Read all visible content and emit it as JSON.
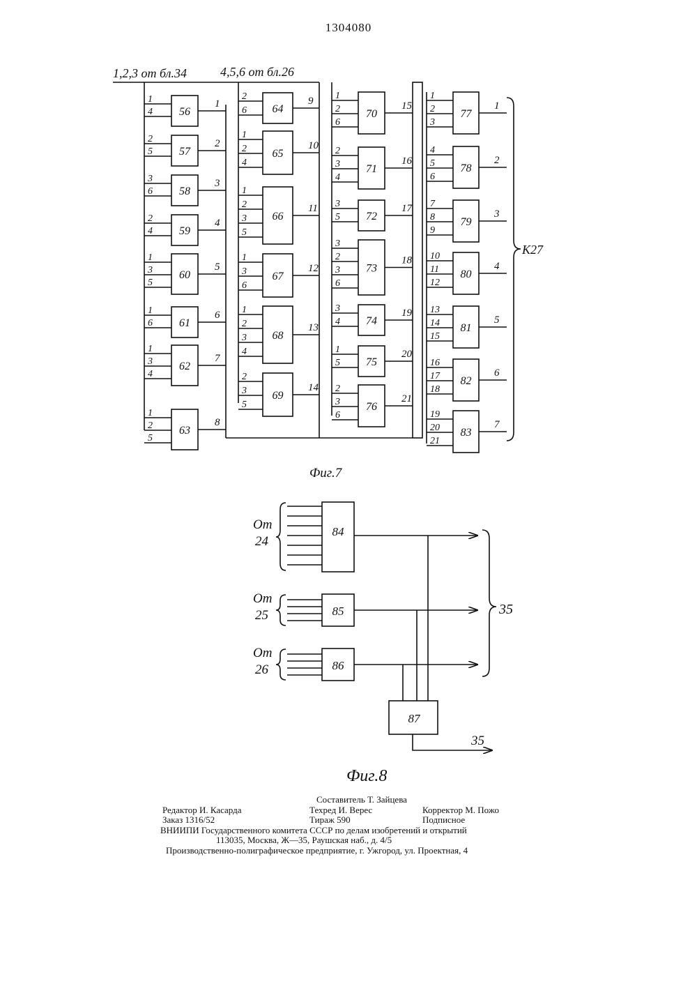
{
  "patent_number": "1304080",
  "figure7": {
    "caption": "Фиг.7",
    "inputs_a": "1,2,3 от бл.34",
    "inputs_b": "4,5,6 от бл.26",
    "output_brace": "К27",
    "column1": [
      {
        "block": "56",
        "inputs": [
          "1",
          "4"
        ],
        "output": "1"
      },
      {
        "block": "57",
        "inputs": [
          "2",
          "5"
        ],
        "output": "2"
      },
      {
        "block": "58",
        "inputs": [
          "3",
          "6"
        ],
        "output": "3"
      },
      {
        "block": "59",
        "inputs": [
          "2",
          "4"
        ],
        "output": "4"
      },
      {
        "block": "60",
        "inputs": [
          "1",
          "3",
          "5"
        ],
        "output": "5"
      },
      {
        "block": "61",
        "inputs": [
          "1",
          "6"
        ],
        "output": "6"
      },
      {
        "block": "62",
        "inputs": [
          "1",
          "3",
          "4"
        ],
        "output": "7"
      },
      {
        "block": "63",
        "inputs": [
          "1",
          "2",
          "5"
        ],
        "output": "8"
      }
    ],
    "column2": [
      {
        "block": "64",
        "inputs": [
          "2",
          "6"
        ],
        "output": "9"
      },
      {
        "block": "65",
        "inputs": [
          "1",
          "2",
          "4"
        ],
        "output": "10"
      },
      {
        "block": "66",
        "inputs": [
          "1",
          "2",
          "3",
          "5"
        ],
        "output": "11"
      },
      {
        "block": "67",
        "inputs": [
          "1",
          "3",
          "6"
        ],
        "output": "12"
      },
      {
        "block": "68",
        "inputs": [
          "1",
          "2",
          "3",
          "4"
        ],
        "output": "13"
      },
      {
        "block": "69",
        "inputs": [
          "2",
          "3",
          "5"
        ],
        "output": "14"
      }
    ],
    "column3": [
      {
        "block": "70",
        "inputs": [
          "1",
          "2",
          "6"
        ],
        "output": "15"
      },
      {
        "block": "71",
        "inputs": [
          "2",
          "3",
          "4"
        ],
        "output": "16"
      },
      {
        "block": "72",
        "inputs": [
          "3",
          "5"
        ],
        "output": "17"
      },
      {
        "block": "73",
        "inputs": [
          "3",
          "2",
          "3",
          "6"
        ],
        "output": "18"
      },
      {
        "block": "74",
        "inputs": [
          "3",
          "4"
        ],
        "output": "19"
      },
      {
        "block": "75",
        "inputs": [
          "1",
          "5"
        ],
        "output": "20"
      },
      {
        "block": "76",
        "inputs": [
          "2",
          "3",
          "6"
        ],
        "output": "21"
      }
    ],
    "column4": [
      {
        "block": "77",
        "inputs": [
          "1",
          "2",
          "3"
        ],
        "output": "1"
      },
      {
        "block": "78",
        "inputs": [
          "4",
          "5",
          "6"
        ],
        "output": "2"
      },
      {
        "block": "79",
        "inputs": [
          "7",
          "8",
          "9"
        ],
        "output": "3"
      },
      {
        "block": "80",
        "inputs": [
          "10",
          "11",
          "12"
        ],
        "output": "4"
      },
      {
        "block": "81",
        "inputs": [
          "13",
          "14",
          "15"
        ],
        "output": "5"
      },
      {
        "block": "82",
        "inputs": [
          "16",
          "17",
          "18"
        ],
        "output": "6"
      },
      {
        "block": "83",
        "inputs": [
          "19",
          "20",
          "21"
        ],
        "output": "7"
      }
    ]
  },
  "figure8": {
    "caption": "Фиг.8",
    "group1_label": [
      "От",
      "24"
    ],
    "group2_label": [
      "От",
      "25"
    ],
    "group3_label": [
      "От",
      "26"
    ],
    "block84": "84",
    "block85": "85",
    "block86": "86",
    "block87": "87",
    "brace_label": "35",
    "output_label": "35"
  },
  "colophon": {
    "compiler": "Составитель Т. Зайцева",
    "editor": "Редактор И. Касарда",
    "techred": "Техред И. Верес",
    "corrector": "Корректор М. Пожо",
    "order": "Заказ 1316/52",
    "circulation": "Тираж 590",
    "subscription": "Подписное",
    "org": "ВНИИПИ Государственного комитета СССР по делам изобретений и открытий",
    "address": "113035, Москва, Ж—35, Раушская наб., д. 4/5",
    "printer": "Производственно-полиграфическое предприятие, г. Ужгород, ул. Проектная, 4"
  }
}
